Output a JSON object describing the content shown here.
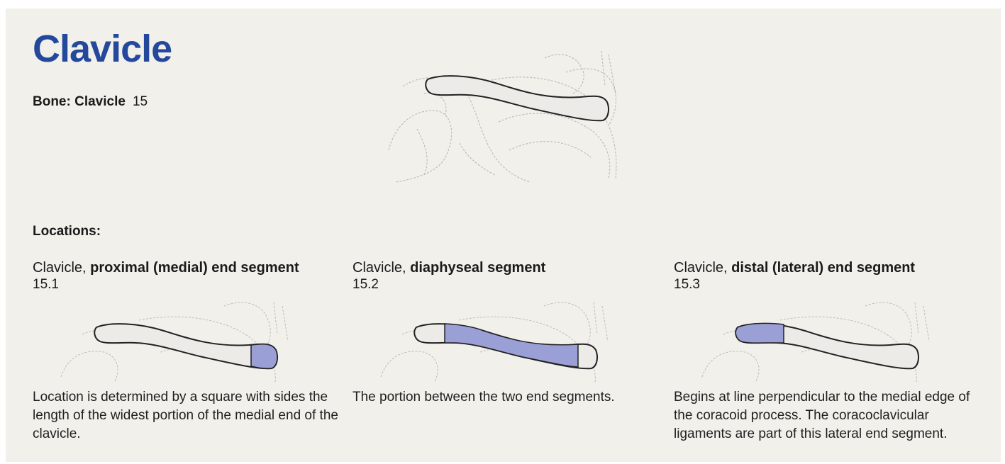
{
  "title": "Clavicle",
  "bone": {
    "label": "Bone: Clavicle",
    "code": "15"
  },
  "locations_heading": "Locations:",
  "locations": [
    {
      "prefix": "Clavicle, ",
      "segment": "proximal (medial) end segment",
      "code": "15.1",
      "description": "Location is determined by a square with sides the length of the widest portion of the medial end of the clavicle.",
      "highlight": "medial end"
    },
    {
      "prefix": "Clavicle, ",
      "segment": "diaphyseal segment",
      "code": "15.2",
      "description": "The portion between the two end segments.",
      "highlight": "middle shaft"
    },
    {
      "prefix": "Clavicle, ",
      "segment": "distal (lateral) end segment",
      "code": "15.3",
      "description": "Begins at line perpendicular to the medial edge of the coracoid process. The coracoclavicular ligaments are part of this lateral end segment.",
      "highlight": "lateral end"
    }
  ],
  "colors": {
    "title": "#24489b",
    "highlight": "#9a9fd6",
    "bone_fill": "#ecebe8",
    "background": "#f1f0eb"
  }
}
